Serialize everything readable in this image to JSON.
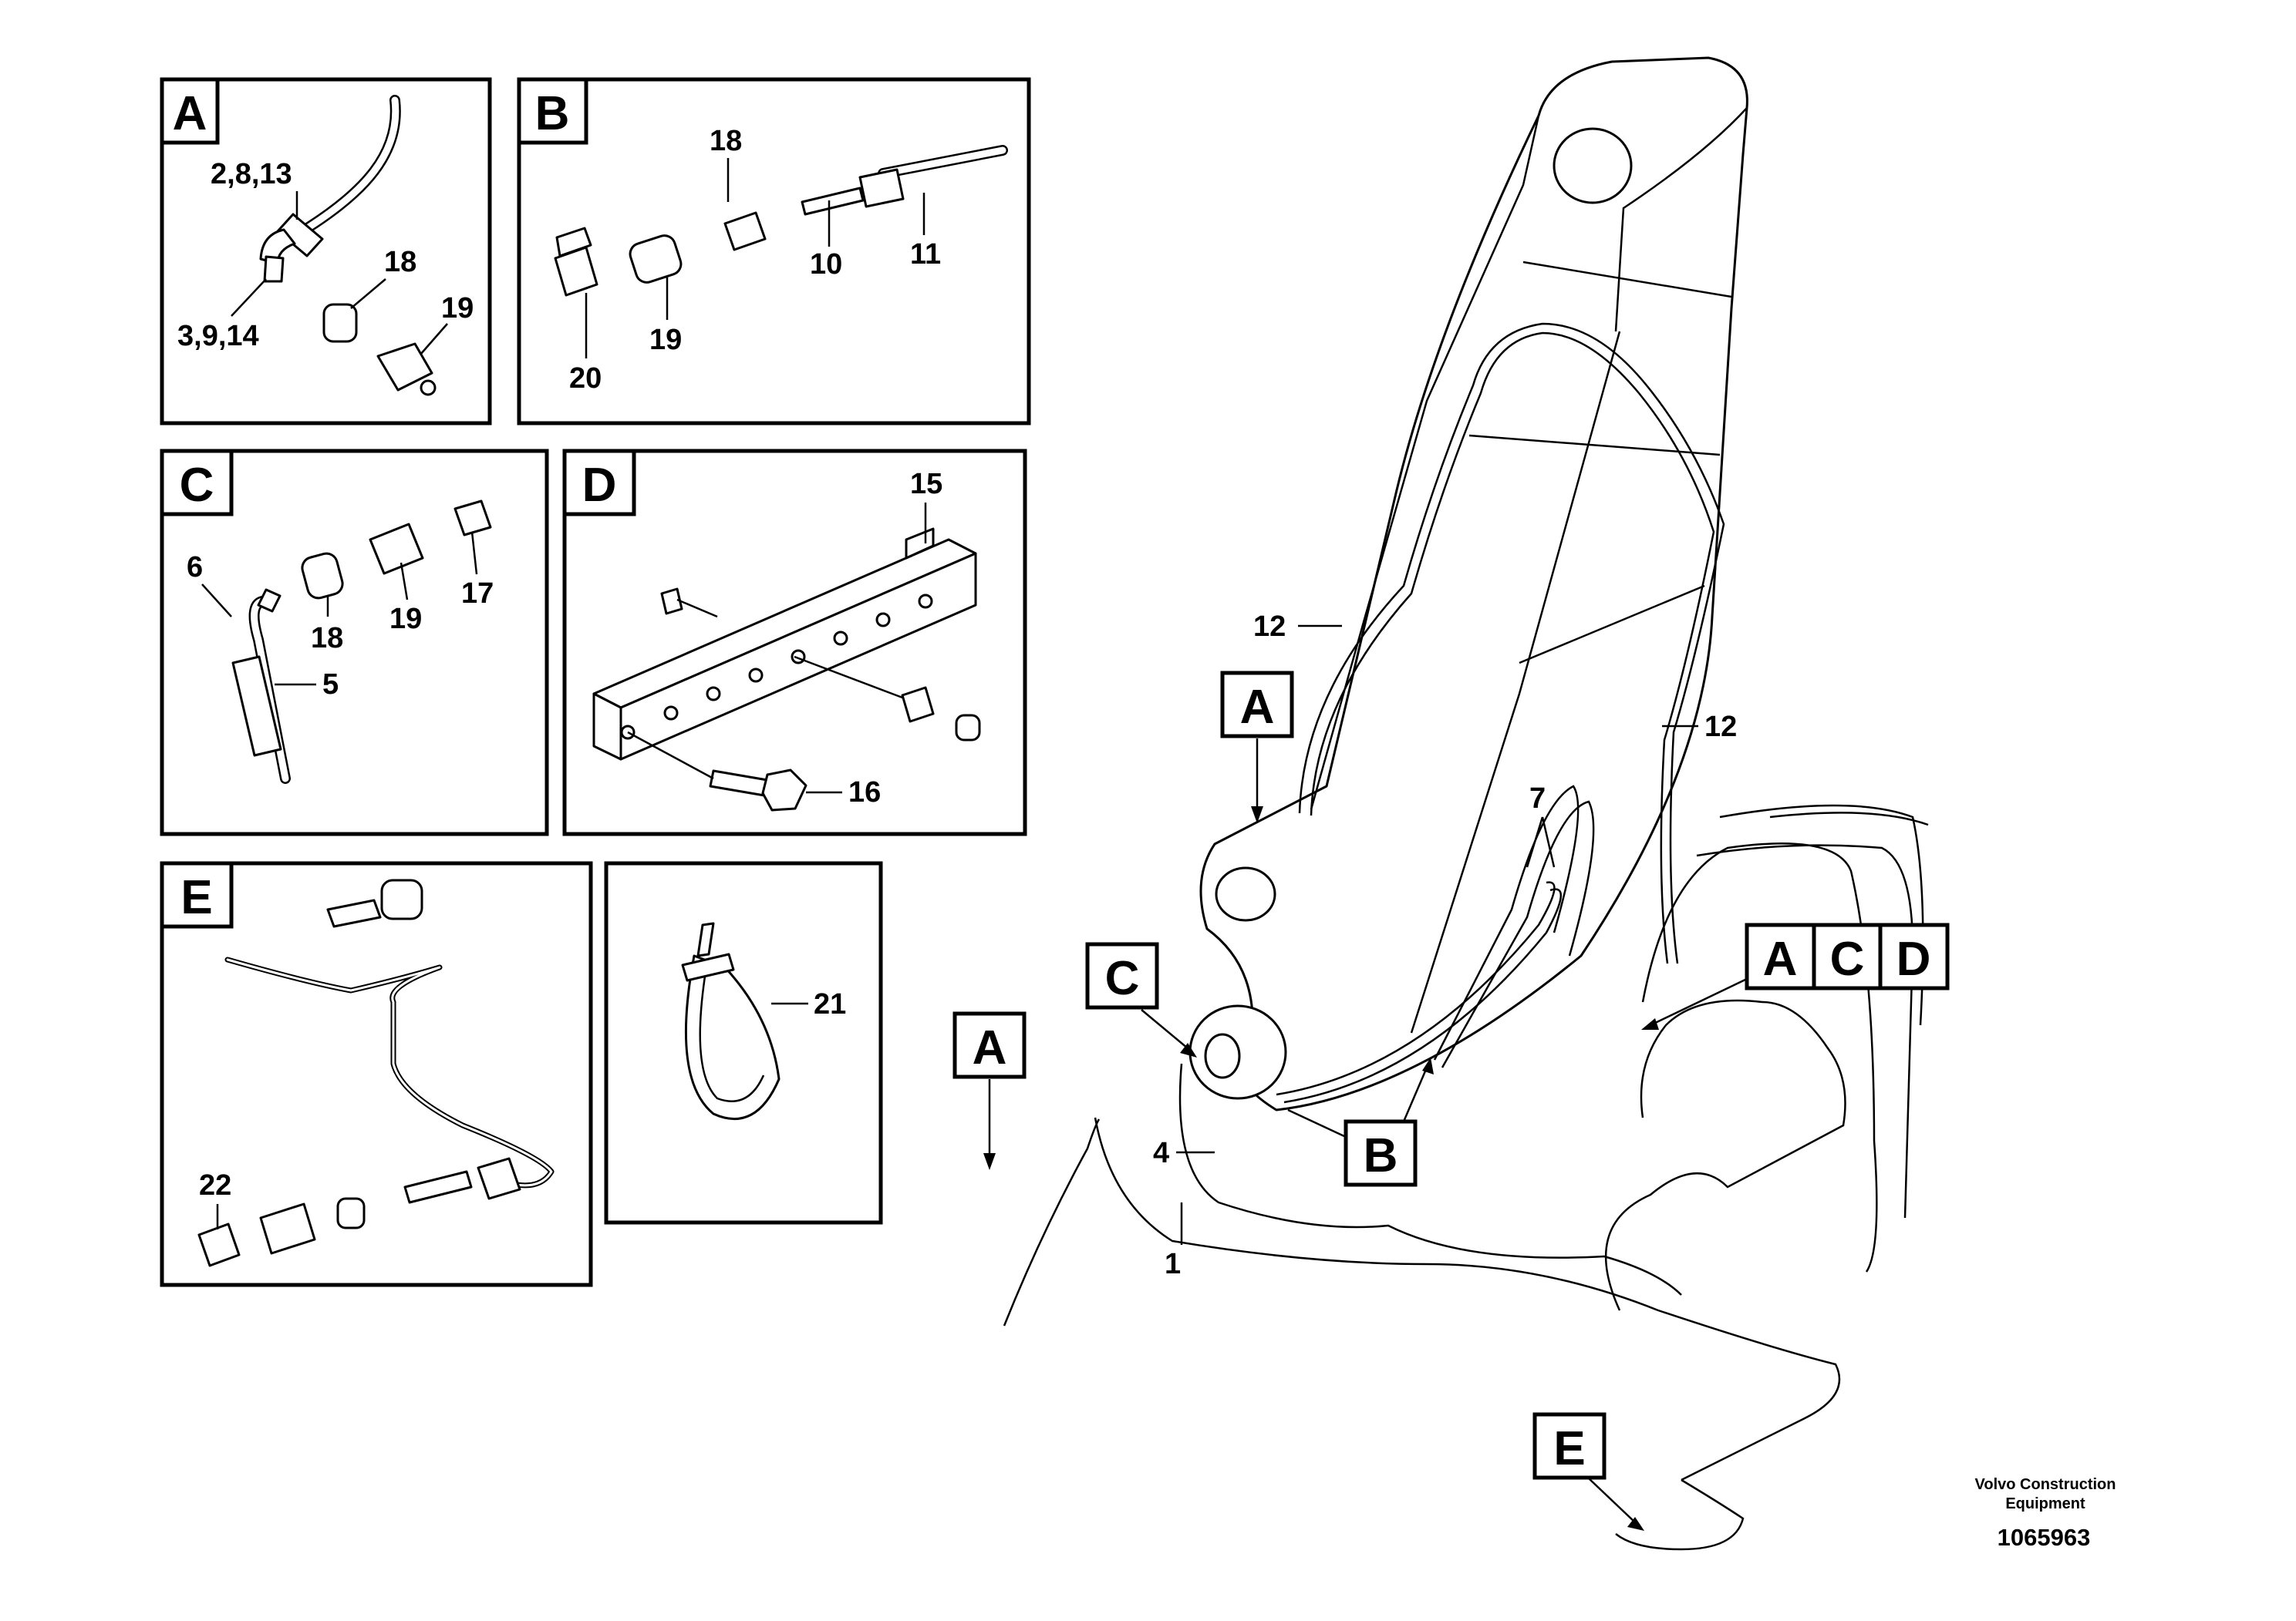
{
  "detail_views": [
    {
      "letter": "A",
      "callouts": [
        "2,8,13",
        "3,9,14",
        "18",
        "19"
      ]
    },
    {
      "letter": "B",
      "callouts": [
        "18",
        "10",
        "11",
        "19",
        "20"
      ]
    },
    {
      "letter": "C",
      "callouts": [
        "6",
        "5",
        "18",
        "19",
        "17"
      ]
    },
    {
      "letter": "D",
      "callouts": [
        "15",
        "16"
      ]
    },
    {
      "letter": "E",
      "callouts": [
        "22"
      ]
    },
    {
      "letter": "",
      "callouts": [
        "21"
      ]
    }
  ],
  "main_view": {
    "callouts": [
      "12",
      "12",
      "7",
      "4",
      "1"
    ],
    "reference_tags": [
      "A",
      "A",
      "C",
      "B",
      "E"
    ],
    "group_tags": [
      "A",
      "C",
      "D"
    ]
  },
  "footer": {
    "credit_line1": "Volvo Construction",
    "credit_line2": "Equipment",
    "doc_number": "1065963"
  }
}
